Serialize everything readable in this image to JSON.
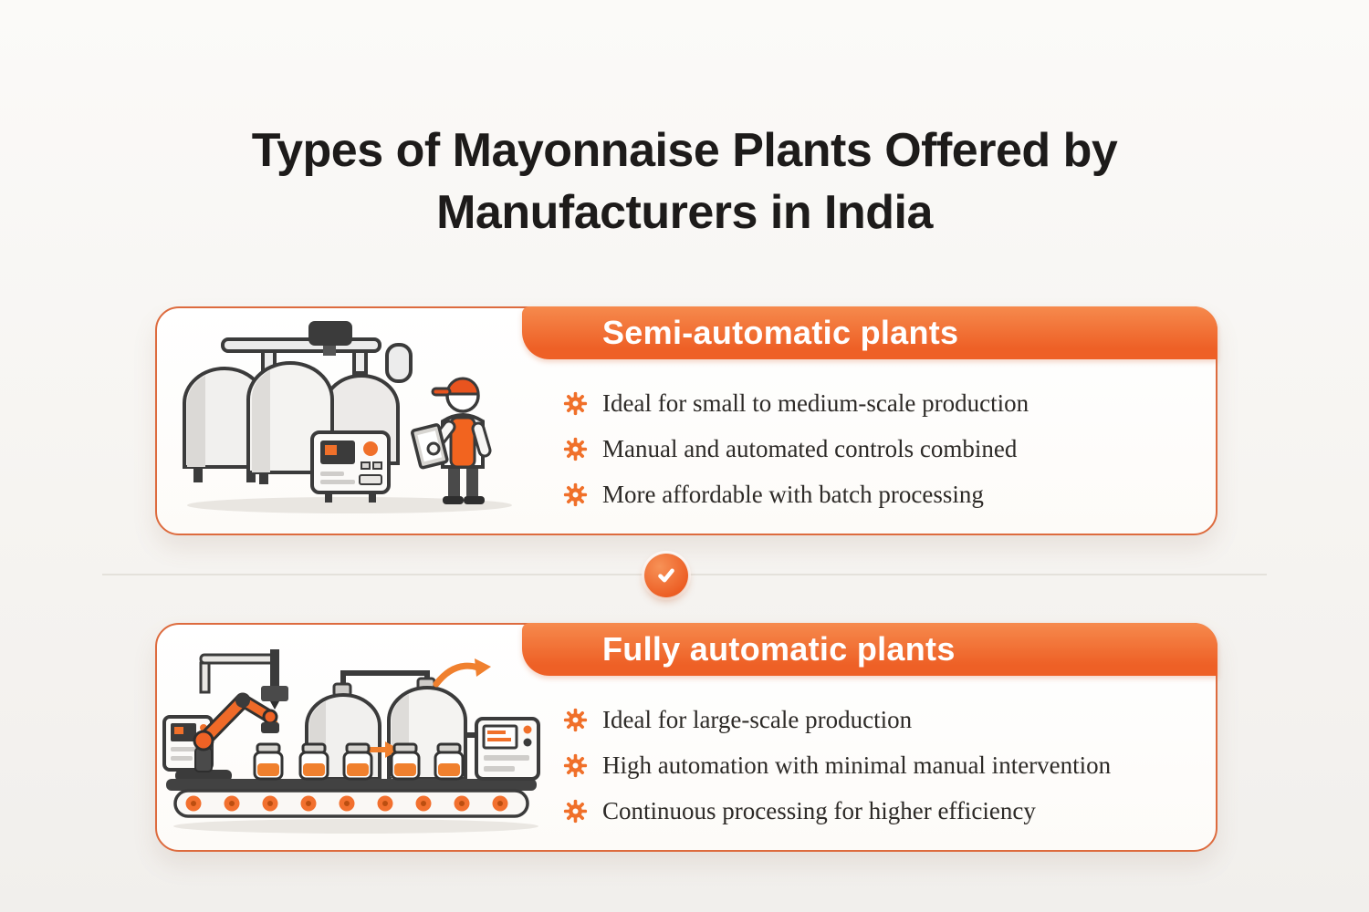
{
  "page": {
    "title_lines": [
      "Types of Mayonnaise Plants Offered by",
      "Manufacturers in India"
    ]
  },
  "colors": {
    "accent_orange": "#f0702a",
    "accent_orange_dark": "#ec5c22",
    "card_border": "#dd6b3e",
    "title_text": "#1d1b1a",
    "body_text": "#2d2a27",
    "background": "#f6f4f1",
    "banner_text": "#ffffff"
  },
  "divider": {
    "icon": "check-icon"
  },
  "cards": [
    {
      "id": "semi-automatic",
      "title": "Semi-automatic plants",
      "illustration": "semi-automatic-plant-illustration",
      "bullet_icon": "gear-icon",
      "bullets": [
        "Ideal for small to medium-scale production",
        "Manual and automated controls combined",
        "More affordable with batch processing"
      ]
    },
    {
      "id": "fully-automatic",
      "title": "Fully automatic plants",
      "illustration": "fully-automatic-plant-illustration",
      "bullet_icon": "gear-icon",
      "bullets": [
        "Ideal for large-scale production",
        "High automation with minimal manual intervention",
        "Continuous processing for higher efficiency"
      ]
    }
  ]
}
